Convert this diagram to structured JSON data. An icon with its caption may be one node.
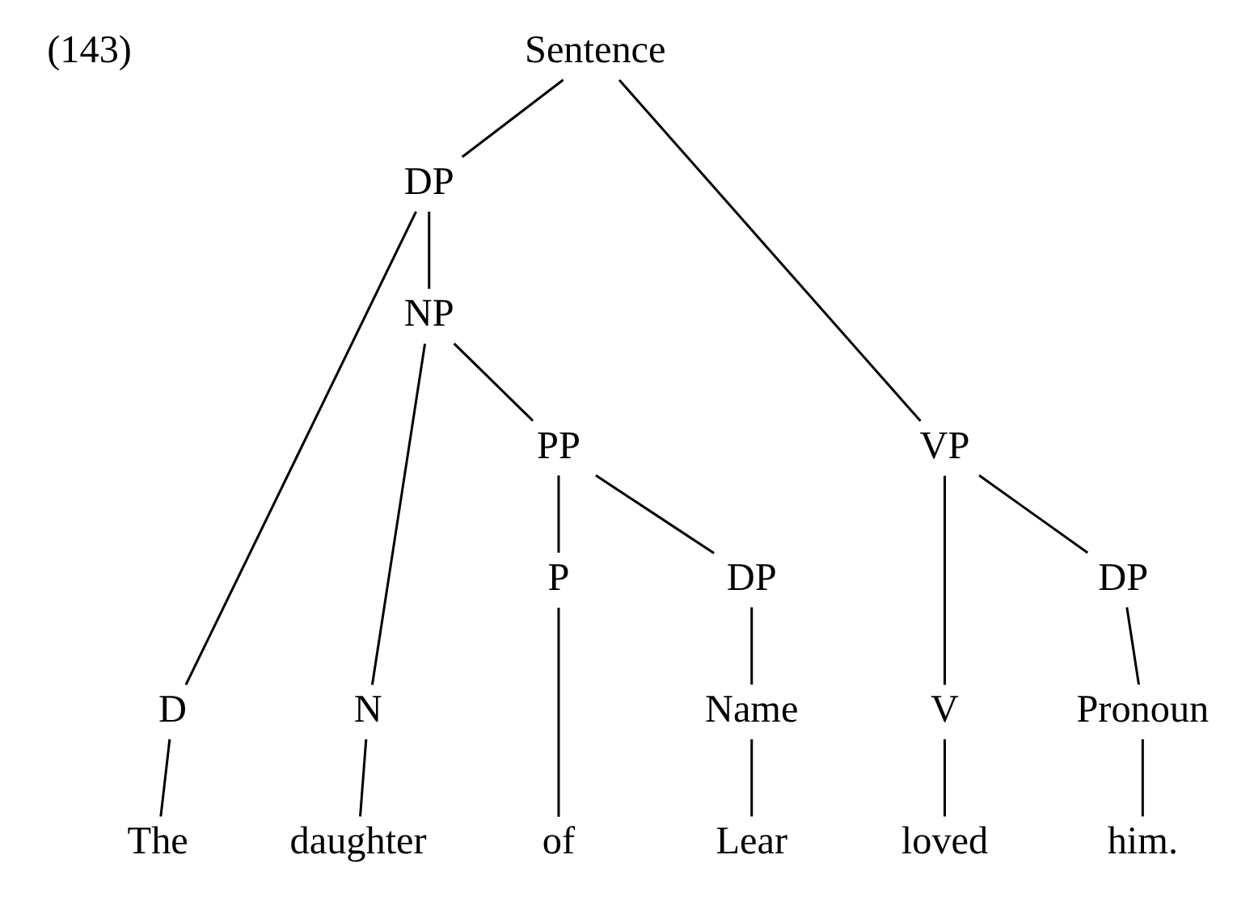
{
  "diagram": {
    "nodes": [
      {
        "text": [
          "Sentence"
        ]
      },
      {
        "text": [
          "DP"
        ]
      },
      {
        "text": [
          "VP"
        ]
      },
      {
        "text": [
          "D"
        ]
      },
      {
        "text": [
          "NP"
        ]
      },
      {
        "text": [
          "V"
        ]
      },
      {
        "text": [
          "DP"
        ]
      },
      {
        "text": [
          "N"
        ]
      },
      {
        "text": [
          "PP"
        ]
      },
      {
        "text": [
          "P"
        ]
      },
      {
        "text": [
          "DP"
        ]
      },
      {
        "text": [
          "Name"
        ]
      },
      {
        "text": [
          "Pronoun"
        ]
      },
      {
        "text": [
          "The"
        ]
      },
      {
        "text": [
          "daughter"
        ]
      },
      {
        "text": [
          "of"
        ]
      },
      {
        "text": [
          "Lear"
        ]
      },
      {
        "text": [
          "loved"
        ]
      },
      {
        "text": [
          "him."
        ]
      }
    ],
    "edges": [
      {
        "from": 0,
        "to": 1,
        "arrow": "none"
      },
      {
        "from": 0,
        "to": 2,
        "arrow": "none"
      },
      {
        "from": 1,
        "to": 3,
        "arrow": "none"
      },
      {
        "from": 1,
        "to": 4,
        "arrow": "none"
      },
      {
        "from": 2,
        "to": 5,
        "arrow": "none"
      },
      {
        "from": 2,
        "to": 6,
        "arrow": "none"
      },
      {
        "from": 4,
        "to": 7,
        "arrow": "none"
      },
      {
        "from": 4,
        "to": 8,
        "arrow": "none"
      },
      {
        "from": 8,
        "to": 9,
        "arrow": "none"
      },
      {
        "from": 8,
        "to": 10,
        "arrow": "none"
      },
      {
        "from": 10,
        "to": 11,
        "arrow": "none"
      },
      {
        "from": 6,
        "to": 12,
        "arrow": "none"
      },
      {
        "from": 3,
        "to": 13,
        "arrow": "none"
      },
      {
        "from": 7,
        "to": 14,
        "arrow": "none"
      },
      {
        "from": 9,
        "to": 15,
        "arrow": "none"
      },
      {
        "from": 11,
        "to": 16,
        "arrow": "none"
      },
      {
        "from": 5,
        "to": 17,
        "arrow": "none"
      },
      {
        "from": 12,
        "to": 18,
        "arrow": "none"
      }
    ],
    "labels": [
      "(143)"
    ]
  }
}
